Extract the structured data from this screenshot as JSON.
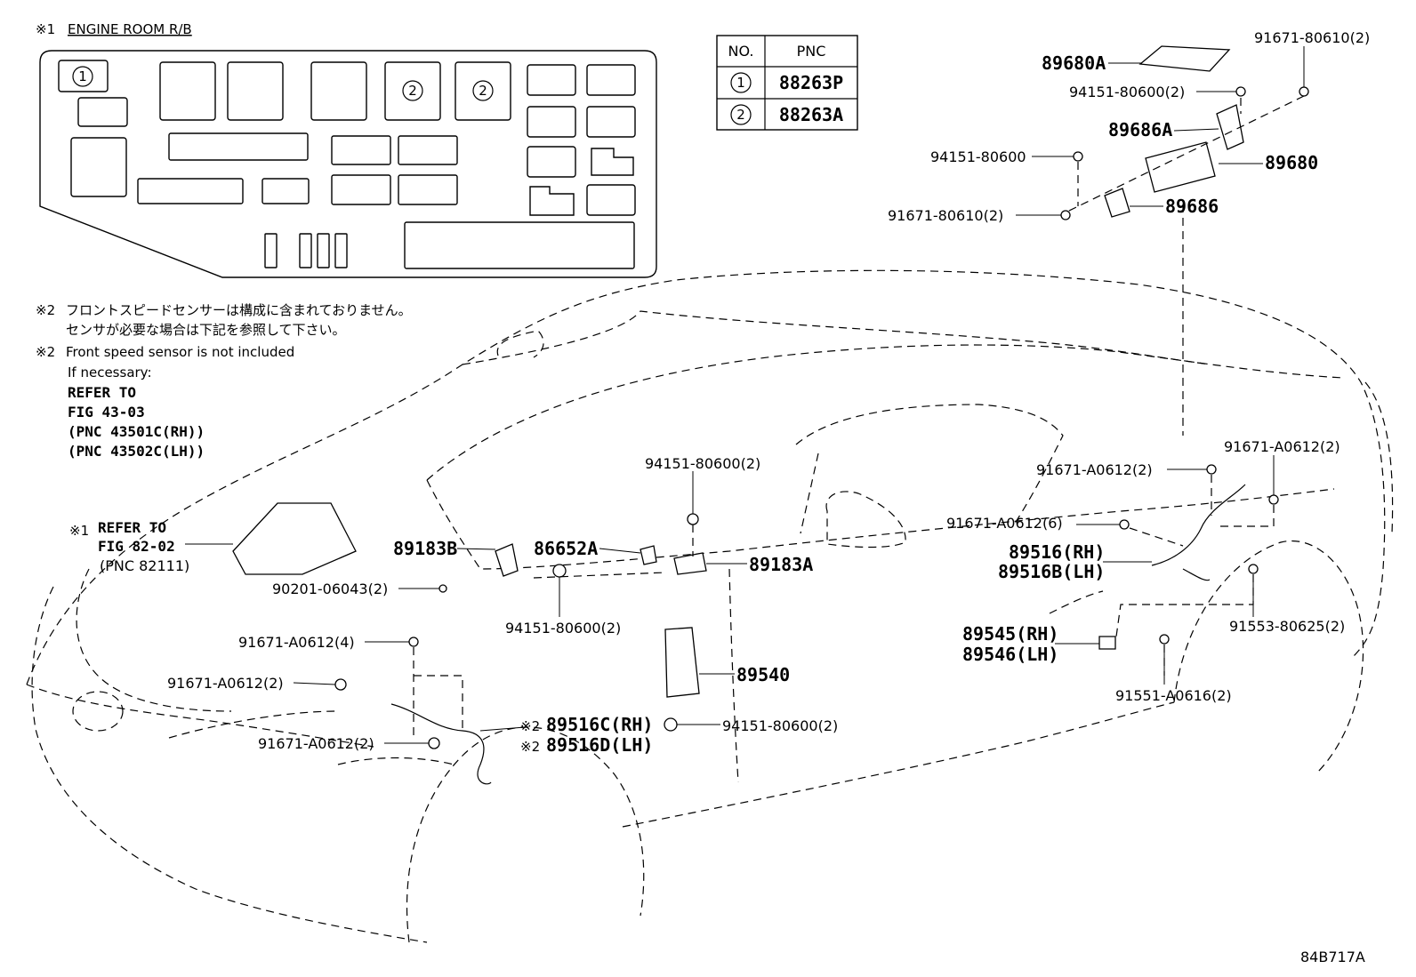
{
  "relay_block": {
    "title_mark": "※1",
    "title": "ENGINE ROOM R/B",
    "marks": [
      "1",
      "2",
      "2"
    ]
  },
  "pnc_table": {
    "headers": [
      "NO.",
      "PNC"
    ],
    "rows": [
      {
        "no": "1",
        "pnc": "88263P"
      },
      {
        "no": "2",
        "pnc": "88263A"
      }
    ]
  },
  "notes": {
    "jp_mark": "※2",
    "jp_line1": "フロントスピードセンサーは構成に含まれておりません。",
    "jp_line2": "センサが必要な場合は下記を参照して下さい。",
    "en_mark": "※2",
    "en_line1": "Front speed sensor is not included",
    "en_line2": "If necessary:",
    "en_line3": "REFER TO",
    "en_line4": "FIG 43-03",
    "en_line5": "(PNC 43501C(RH))",
    "en_line6": "(PNC 43502C(LH))"
  },
  "refer_block": {
    "mark": "※1",
    "line1": "REFER TO",
    "line2": "FIG 82-02",
    "line3": "(PNC 82111)"
  },
  "callouts": {
    "c89680A": "89680A",
    "c91671_80610_top": "91671-80610(2)",
    "c94151_80600_2_top": "94151-80600(2)",
    "c89686A": "89686A",
    "c94151_80600": "94151-80600",
    "c89680": "89680",
    "c91671_80610_mid": "91671-80610(2)",
    "c89686": "89686",
    "c94151_80600_2_mid": "94151-80600(2)",
    "c91671_A0612_2_a": "91671-A0612(2)",
    "c91671_A0612_2_b": "91671-A0612(2)",
    "c91671_A0612_6": "91671-A0612(6)",
    "c89516_RH": "89516(RH)",
    "c89516B_LH": "89516B(LH)",
    "c89183B": "89183B",
    "c86652A": "86652A",
    "c89183A": "89183A",
    "c90201": "90201-06043(2)",
    "c94151_80600_2_low": "94151-80600(2)",
    "c91671_A0612_4": "91671-A0612(4)",
    "c91671_A0612_2_c": "91671-A0612(2)",
    "c91671_A0612_2_d": "91671-A0612(2)",
    "c89540": "89540",
    "c94151_80600_2_bottom": "94151-80600(2)",
    "c89516C_mark": "※2",
    "c89516C": "89516C(RH)",
    "c89516D_mark": "※2",
    "c89516D": "89516D(LH)",
    "c91553": "91553-80625(2)",
    "c89545": "89545(RH)",
    "c89546": "89546(LH)",
    "c91551": "91551-A0616(2)"
  },
  "figure_id": "84B717A"
}
